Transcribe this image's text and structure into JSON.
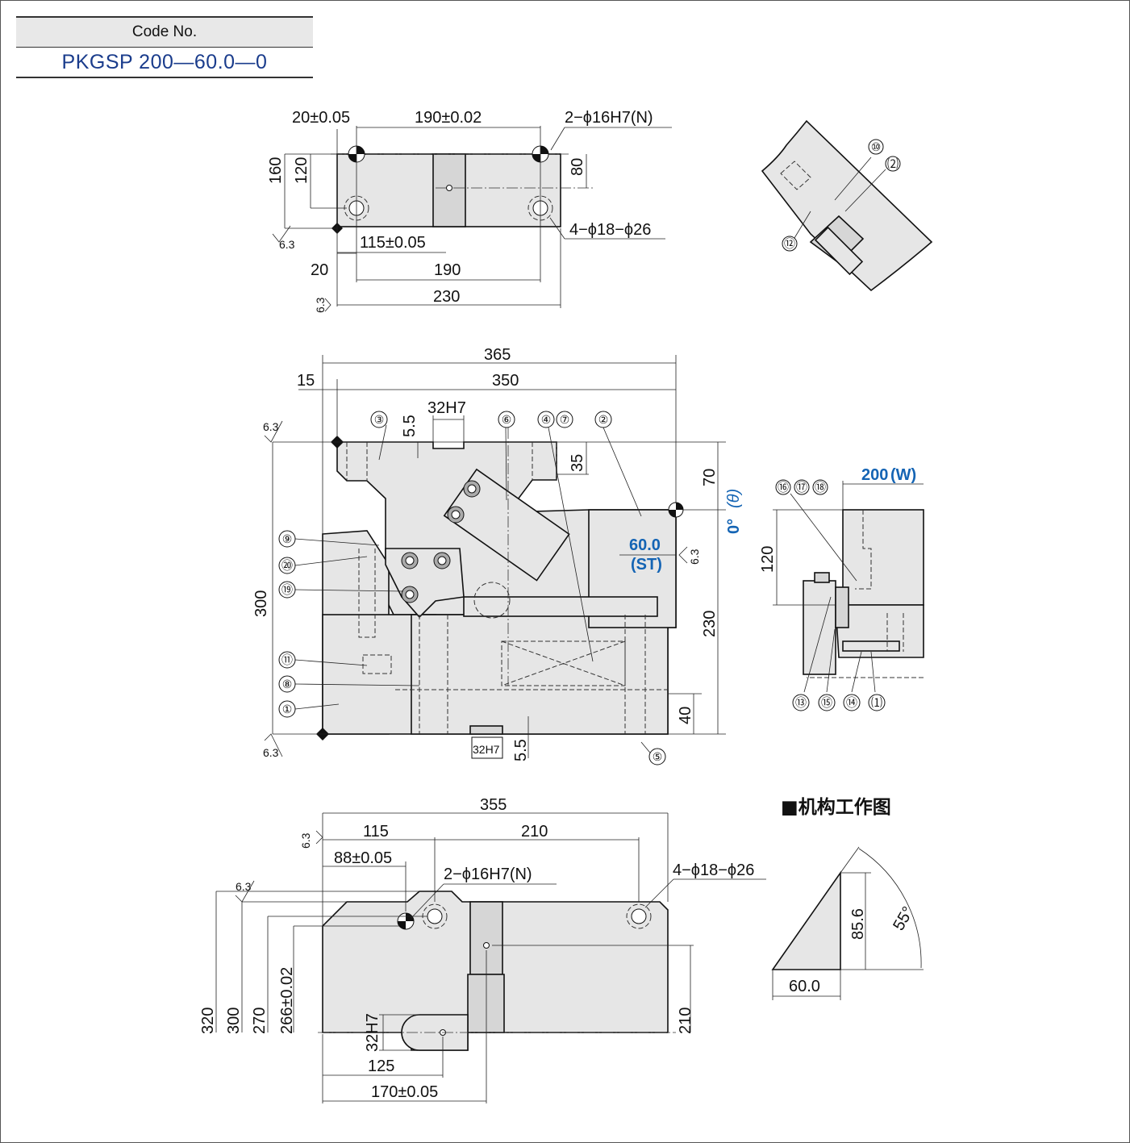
{
  "code_label": "Code No.",
  "code_value": "PKGSP 200—60.0—0",
  "top_view": {
    "dim_20_tol": "20±0.05",
    "dim_190_tol": "190±0.02",
    "holes_2": "2−ϕ16H7(N)",
    "holes_4": "4−ϕ18−ϕ26",
    "dim_160": "160",
    "dim_120": "120",
    "dim_80": "80",
    "dim_115_tol": "115±0.05",
    "dim_20": "20",
    "dim_190": "190",
    "dim_230": "230",
    "roughness": "6.3"
  },
  "front_view": {
    "dim_365": "365",
    "dim_350": "350",
    "dim_15": "15",
    "slot_top": "32H7",
    "slot_bottom": "32H7",
    "dim_5_5_top": "5.5",
    "dim_5_5_bottom": "5.5",
    "dim_35": "35",
    "dim_70": "70",
    "dim_300": "300",
    "dim_230": "230",
    "dim_40": "40",
    "stroke_value": "60.0",
    "stroke_label": "(ST)",
    "angle_value": "0°",
    "angle_symbol": "(θ)",
    "roughness": "6.3"
  },
  "side_view": {
    "width_value": "200",
    "width_label": "(W)",
    "dim_120": "120"
  },
  "bottom_view": {
    "dim_355": "355",
    "dim_115": "115",
    "dim_210": "210",
    "dim_88_tol": "88±0.05",
    "holes_2": "2−ϕ16H7(N)",
    "holes_4": "4−ϕ18−ϕ26",
    "dim_320": "320",
    "dim_300": "300",
    "dim_270": "270",
    "dim_266_tol": "266±0.02",
    "slot": "32H7",
    "dim_125": "125",
    "dim_170_tol": "170±0.05",
    "dim_210_right": "210",
    "roughness": "6.3"
  },
  "mechanism": {
    "title": "■机构工作图",
    "dim_85_6": "85.6",
    "dim_60_0": "60.0",
    "angle": "55°"
  },
  "part_numbers": [
    "①",
    "②",
    "③",
    "④",
    "⑤",
    "⑥",
    "⑦",
    "⑧",
    "⑨",
    "⑩",
    "⑪",
    "⑫",
    "⑬",
    "⑭",
    "⑮",
    "⑯",
    "⑰",
    "⑱",
    "⑲",
    "⑳",
    "⑴",
    "⑵"
  ],
  "colors": {
    "accent": "#1464b4",
    "part_fill": "#e6e6e6",
    "code_value": "#1a3c8c"
  }
}
